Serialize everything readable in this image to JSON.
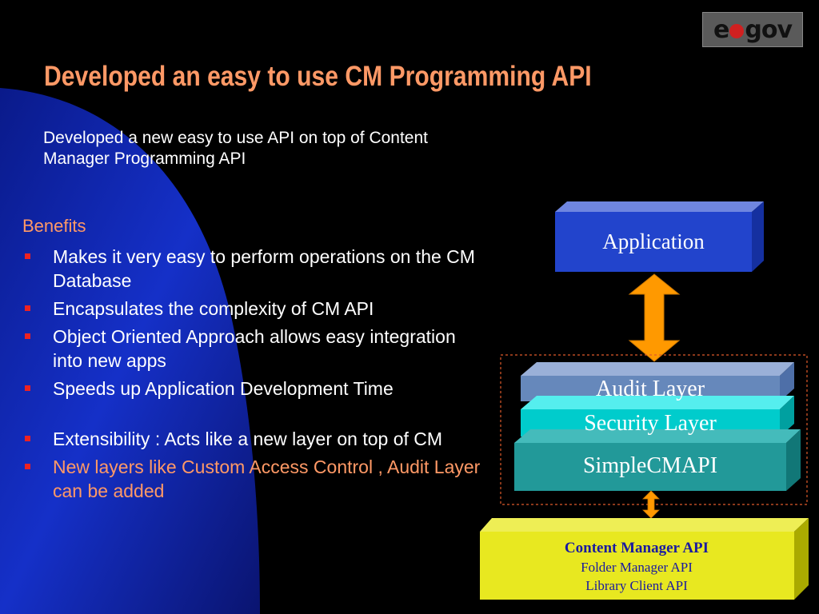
{
  "logo": {
    "text_left": "e",
    "text_right": "gov"
  },
  "title": "Developed an easy to use CM Programming API",
  "subtitle": "Developed a new easy to use API on top of Content Manager Programming API",
  "benefits": {
    "heading": "Benefits",
    "items": [
      "Makes it very easy to perform operations on the CM Database",
      "Encapsulates the complexity of CM API",
      "Object Oriented Approach allows easy integration into new apps",
      "Speeds up Application Development Time",
      "Extensibility : Acts like a new layer on top of CM",
      "New layers like Custom Access Control , Audit Layer can be added"
    ]
  },
  "diagram": {
    "application": "Application",
    "audit_layer": "Audit Layer",
    "security_layer": "Security Layer",
    "simplecmapi": "SimpleCMAPI",
    "content_manager": {
      "title": "Content Manager API",
      "line1": "Folder Manager API",
      "line2": "Library Client API"
    }
  },
  "colors": {
    "title": "#ff9966",
    "application_box": "#2244cc",
    "audit_box": "#6688bb",
    "security_box": "#00cccc",
    "simplecmapi_box": "#229999",
    "content_manager_box": "#cccc11",
    "arrow": "#ff9900"
  }
}
